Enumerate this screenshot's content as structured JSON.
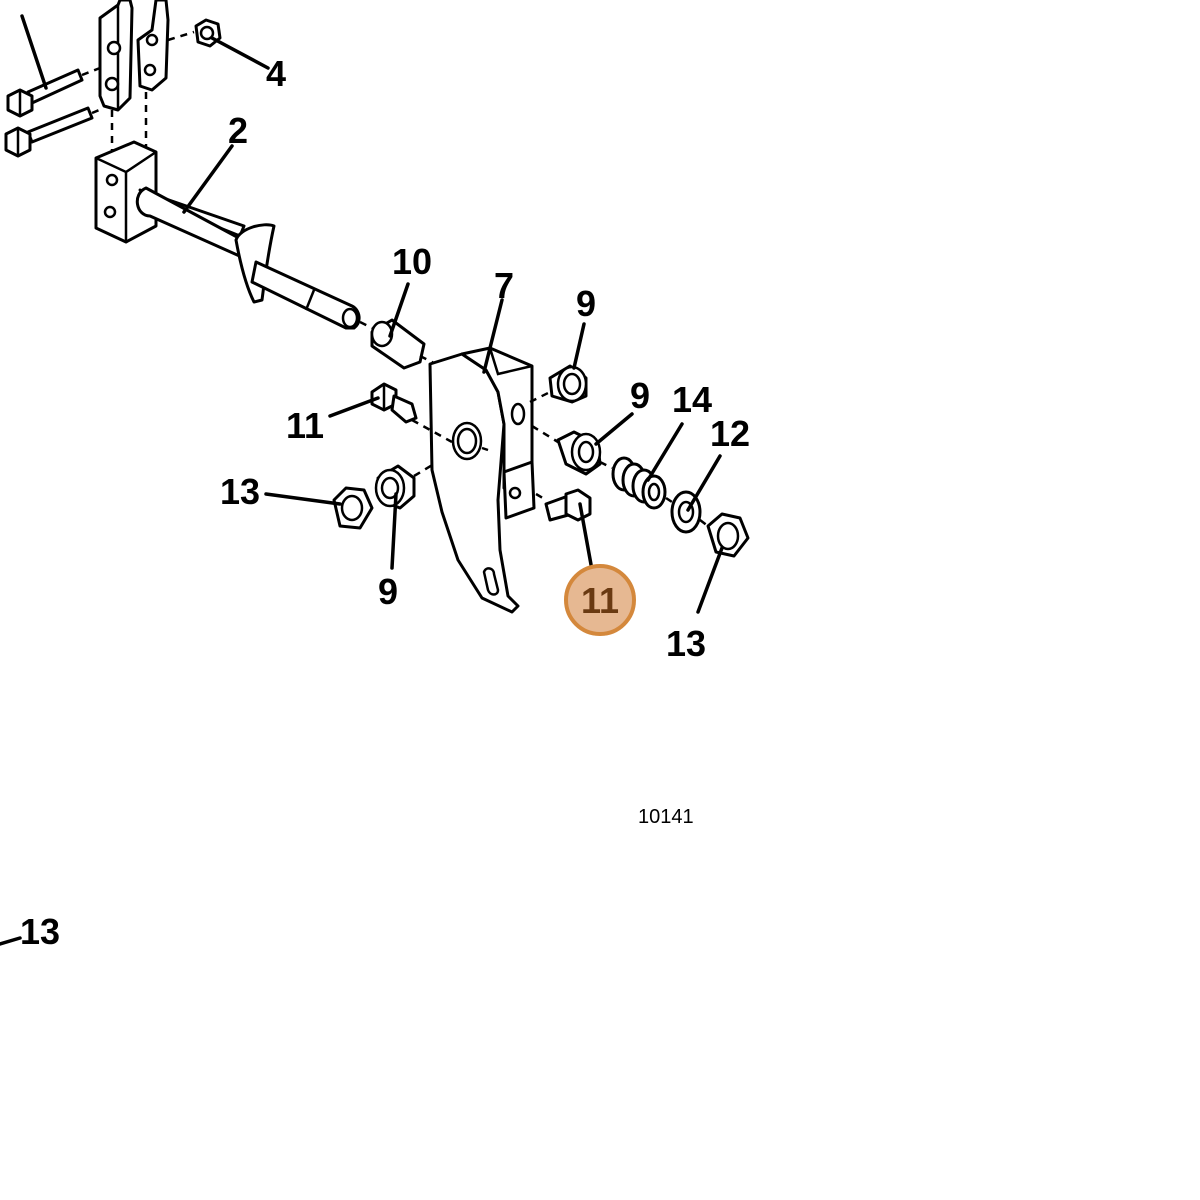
{
  "diagram": {
    "callouts": {
      "c4": "4",
      "c2": "2",
      "c10": "10",
      "c7": "7",
      "c9_top": "9",
      "c9_mid": "9",
      "c9_low": "9",
      "c14": "14",
      "c12": "12",
      "c11_left": "11",
      "c11_highlight": "11",
      "c13_left": "13",
      "c13_right": "13",
      "c13_bottom": "13"
    },
    "drawing_number": "10141",
    "highlight_color": "#e6b892",
    "highlight_stroke": "#d4883c"
  }
}
